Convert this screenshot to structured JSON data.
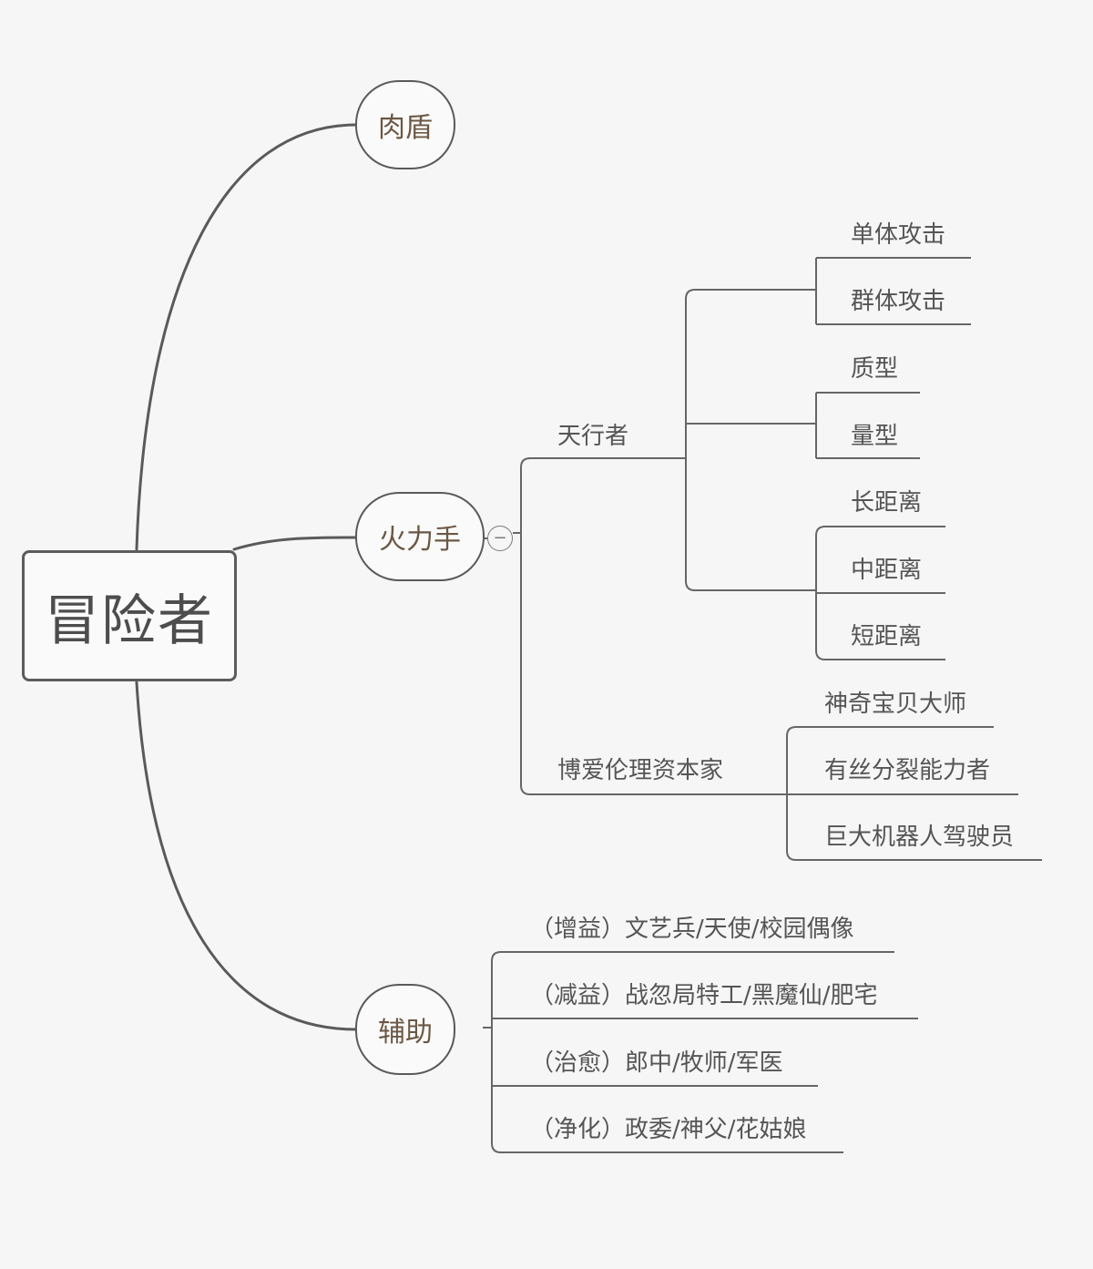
{
  "root": {
    "label": "冒险者"
  },
  "branches": {
    "tank": {
      "label": "肉盾"
    },
    "dps": {
      "label": "火力手",
      "collapse_icon": "minus-circle-icon",
      "collapse_symbol": "−",
      "tianxingzhe": {
        "label": "天行者",
        "attack": [
          "单体攻击",
          "群体攻击"
        ],
        "type": [
          "质型",
          "量型"
        ],
        "range": [
          "长距离",
          "中距离",
          "短距离"
        ]
      },
      "boai": {
        "label": "博爱伦理资本家",
        "items": [
          "神奇宝贝大师",
          "有丝分裂能力者",
          "巨大机器人驾驶员"
        ]
      }
    },
    "support": {
      "label": "辅助",
      "items": [
        "（增益）文艺兵/天使/校园偶像",
        "（减益）战忽局特工/黑魔仙/肥宅",
        "（治愈）郎中/牧师/军医",
        "（净化）政委/神父/花姑娘"
      ]
    }
  }
}
